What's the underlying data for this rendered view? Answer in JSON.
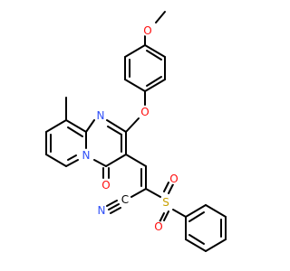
{
  "colors": {
    "bond": "#000000",
    "oxygen": "#ff0d0d",
    "nitrogen": "#3050f8",
    "sulfur": "#c8a000",
    "carbon": "#000000",
    "background": "#ffffff"
  },
  "labels": {
    "methoxy_o": "O",
    "ether_o": "O",
    "ring_n_top": "N",
    "ring_n_bridge": "N",
    "carbonyl_o": "O",
    "sulfonyl_s": "S",
    "sulfonyl_o1": "O",
    "sulfonyl_o2": "O",
    "nitrile_n": "N",
    "nitrile_c": "C"
  }
}
